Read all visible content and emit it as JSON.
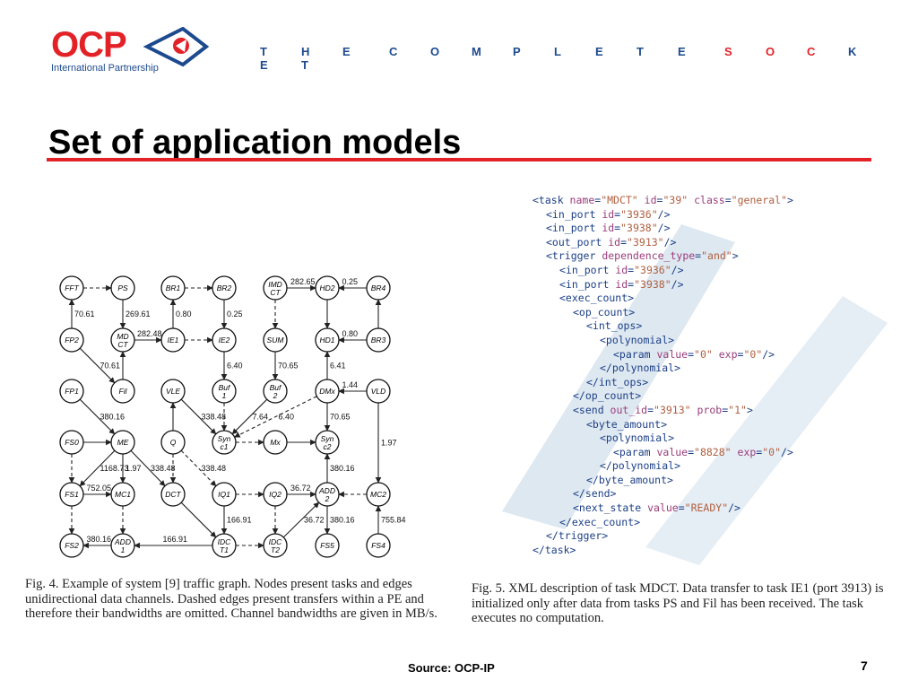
{
  "header": {
    "logo_text": "OCP",
    "logo_subtitle": "International Partnership",
    "tagline_left": [
      "T",
      "H",
      "E",
      "C",
      "O",
      "M",
      "P",
      "L",
      "E",
      "T",
      "E"
    ],
    "tagline_right": [
      "S",
      "O",
      "C",
      "K",
      "E",
      "T"
    ],
    "colors": {
      "brand_red": "#e32228",
      "brand_blue": "#1d4a8e"
    }
  },
  "slide": {
    "title": "Set of application models",
    "source": "Source: OCP-IP",
    "page_number": "7"
  },
  "figure4": {
    "caption": "Fig. 4.   Example of system [9] traffic graph. Nodes present tasks and edges unidirectional data channels. Dashed edges present transfers within a PE and therefore their bandwidths are omitted. Channel bandwidths are given in MB/s.",
    "nodes": [
      {
        "id": "FFT",
        "l1": "FFT",
        "l2": ""
      },
      {
        "id": "PS",
        "l1": "PS",
        "l2": ""
      },
      {
        "id": "BR1",
        "l1": "BR1",
        "l2": ""
      },
      {
        "id": "BR2",
        "l1": "BR2",
        "l2": ""
      },
      {
        "id": "IMDCT",
        "l1": "IMD",
        "l2": "CT"
      },
      {
        "id": "HD2",
        "l1": "HD2",
        "l2": ""
      },
      {
        "id": "BR4",
        "l1": "BR4",
        "l2": ""
      },
      {
        "id": "FP2",
        "l1": "FP2",
        "l2": ""
      },
      {
        "id": "MDCT",
        "l1": "MD",
        "l2": "CT"
      },
      {
        "id": "IE1",
        "l1": "IE1",
        "l2": ""
      },
      {
        "id": "IE2",
        "l1": "IE2",
        "l2": ""
      },
      {
        "id": "SUM",
        "l1": "SUM",
        "l2": ""
      },
      {
        "id": "HD1",
        "l1": "HD1",
        "l2": ""
      },
      {
        "id": "BR3",
        "l1": "BR3",
        "l2": ""
      },
      {
        "id": "FP1",
        "l1": "FP1",
        "l2": ""
      },
      {
        "id": "Fil",
        "l1": "Fil",
        "l2": ""
      },
      {
        "id": "VLE",
        "l1": "VLE",
        "l2": ""
      },
      {
        "id": "Buf1",
        "l1": "Buf",
        "l2": "1"
      },
      {
        "id": "Buf2",
        "l1": "Buf",
        "l2": "2"
      },
      {
        "id": "DMx",
        "l1": "DMx",
        "l2": ""
      },
      {
        "id": "VLD",
        "l1": "VLD",
        "l2": ""
      },
      {
        "id": "FS0",
        "l1": "FS0",
        "l2": ""
      },
      {
        "id": "ME",
        "l1": "ME",
        "l2": ""
      },
      {
        "id": "Q",
        "l1": "Q",
        "l2": ""
      },
      {
        "id": "Sync1",
        "l1": "Syn",
        "l2": "c1"
      },
      {
        "id": "Mx",
        "l1": "Mx",
        "l2": ""
      },
      {
        "id": "Sync2",
        "l1": "Syn",
        "l2": "c2"
      },
      {
        "id": "FS1",
        "l1": "FS1",
        "l2": ""
      },
      {
        "id": "MC1",
        "l1": "MC1",
        "l2": ""
      },
      {
        "id": "DCT",
        "l1": "DCT",
        "l2": ""
      },
      {
        "id": "IQ1",
        "l1": "IQ1",
        "l2": ""
      },
      {
        "id": "IQ2",
        "l1": "IQ2",
        "l2": ""
      },
      {
        "id": "ADD2",
        "l1": "ADD",
        "l2": "2"
      },
      {
        "id": "MC2",
        "l1": "MC2",
        "l2": ""
      },
      {
        "id": "FS2",
        "l1": "FS2",
        "l2": ""
      },
      {
        "id": "ADD1",
        "l1": "ADD",
        "l2": "1"
      },
      {
        "id": "IDCT1",
        "l1": "IDC",
        "l2": "T1"
      },
      {
        "id": "IDCT2",
        "l1": "IDC",
        "l2": "T2"
      },
      {
        "id": "FS5",
        "l1": "FS5",
        "l2": ""
      },
      {
        "id": "FS4",
        "l1": "FS4",
        "l2": ""
      }
    ],
    "edges": [
      {
        "from": "FFT",
        "to": "PS",
        "dashed": true,
        "label": ""
      },
      {
        "from": "BR1",
        "to": "BR2",
        "dashed": true,
        "label": ""
      },
      {
        "from": "IMDCT",
        "to": "HD2",
        "dashed": false,
        "label": "282.65"
      },
      {
        "from": "BR4",
        "to": "HD2",
        "dashed": false,
        "label": "0.25"
      },
      {
        "from": "FP2",
        "to": "FFT",
        "dashed": false,
        "label": "70.61"
      },
      {
        "from": "PS",
        "to": "MDCT",
        "dashed": false,
        "label": "269.61"
      },
      {
        "from": "IE1",
        "to": "BR1",
        "dashed": false,
        "label": "0.80"
      },
      {
        "from": "BR2",
        "to": "IE2",
        "dashed": false,
        "label": "0.25"
      },
      {
        "from": "IMDCT",
        "to": "SUM",
        "dashed": true,
        "label": ""
      },
      {
        "from": "HD2",
        "to": "HD1",
        "dashed": false,
        "label": ""
      },
      {
        "from": "BR3",
        "to": "BR4",
        "dashed": false,
        "label": ""
      },
      {
        "from": "MDCT",
        "to": "IE1",
        "dashed": false,
        "label": "282.48"
      },
      {
        "from": "IE1",
        "to": "IE2",
        "dashed": true,
        "label": ""
      },
      {
        "from": "BR3",
        "to": "HD1",
        "dashed": false,
        "label": "0.80"
      },
      {
        "from": "FP2",
        "to": "Fil",
        "dashed": false,
        "label": "70.61"
      },
      {
        "from": "Fil",
        "to": "MDCT",
        "dashed": false,
        "label": ""
      },
      {
        "from": "IE2",
        "to": "Buf1",
        "dashed": false,
        "label": "6.40"
      },
      {
        "from": "SUM",
        "to": "Buf2",
        "dashed": false,
        "label": "70.65"
      },
      {
        "from": "DMx",
        "to": "HD1",
        "dashed": false,
        "label": "6.41"
      },
      {
        "from": "VLD",
        "to": "DMx",
        "dashed": false,
        "label": "1.44"
      },
      {
        "from": "FP1",
        "to": "ME",
        "dashed": false,
        "label": "380.16"
      },
      {
        "from": "VLE",
        "to": "Sync1",
        "dashed": false,
        "label": "338.48"
      },
      {
        "from": "Buf1",
        "to": "Sync1",
        "dashed": true,
        "label": ""
      },
      {
        "from": "Buf2",
        "to": "Sync1",
        "dashed": false,
        "label": "7.64"
      },
      {
        "from": "DMx",
        "to": "Sync1",
        "dashed": true,
        "label": "6.40"
      },
      {
        "from": "DMx",
        "to": "Sync2",
        "dashed": false,
        "label": "70.65"
      },
      {
        "from": "Sync1",
        "to": "Mx",
        "dashed": true,
        "label": ""
      },
      {
        "from": "Mx",
        "to": "Sync2",
        "dashed": false,
        "label": ""
      },
      {
        "from": "FS0",
        "to": "ME",
        "dashed": false,
        "label": ""
      },
      {
        "from": "FS0",
        "to": "FS1",
        "dashed": true,
        "label": ""
      },
      {
        "from": "ME",
        "to": "MC1",
        "dashed": false,
        "label": "1.97"
      },
      {
        "from": "ME",
        "to": "FS1",
        "dashed": false,
        "label": "1168.73"
      },
      {
        "from": "ME",
        "to": "DCT",
        "dashed": false,
        "label": "338.48"
      },
      {
        "from": "Q",
        "to": "IQ1",
        "dashed": true,
        "label": "338.48"
      },
      {
        "from": "Q",
        "to": "VLE",
        "dashed": false,
        "label": ""
      },
      {
        "from": "Q",
        "to": "DCT",
        "dashed": true,
        "label": ""
      },
      {
        "from": "VLD",
        "to": "MC2",
        "dashed": false,
        "label": "1.97"
      },
      {
        "from": "ADD2",
        "to": "Sync2",
        "dashed": false,
        "label": "380.16"
      },
      {
        "from": "FS1",
        "to": "MC1",
        "dashed": false,
        "label": "752.05"
      },
      {
        "from": "FS1",
        "to": "FS2",
        "dashed": true,
        "label": ""
      },
      {
        "from": "MC1",
        "to": "ADD1",
        "dashed": true,
        "label": ""
      },
      {
        "from": "DCT",
        "to": "IDCT1",
        "dashed": false,
        "label": ""
      },
      {
        "from": "IQ1",
        "to": "IQ2",
        "dashed": true,
        "label": ""
      },
      {
        "from": "IQ1",
        "to": "IDCT1",
        "dashed": false,
        "label": "166.91"
      },
      {
        "from": "IQ2",
        "to": "IDCT2",
        "dashed": true,
        "label": ""
      },
      {
        "from": "MC2",
        "to": "ADD2",
        "dashed": true,
        "label": ""
      },
      {
        "from": "ADD2",
        "to": "FS5",
        "dashed": false,
        "label": "380.16"
      },
      {
        "from": "FS4",
        "to": "MC2",
        "dashed": false,
        "label": "755.84"
      },
      {
        "from": "IDCT2",
        "to": "ADD2",
        "dashed": false,
        "label": "36.72"
      },
      {
        "from": "ADD1",
        "to": "FS2",
        "dashed": false,
        "label": "380.16"
      },
      {
        "from": "IDCT1",
        "to": "ADD1",
        "dashed": false,
        "label": "166.91"
      },
      {
        "from": "IDCT1",
        "to": "IDCT2",
        "dashed": true,
        "label": ""
      },
      {
        "from": "IQ2",
        "to": "ADD2",
        "dashed": false,
        "label": "36.72"
      }
    ]
  },
  "figure5": {
    "caption": "Fig. 5.   XML description of task MDCT. Data transfer to task IE1 (port 3913) is initialized only after data from tasks PS and Fil has been received. The task executes no computation.",
    "xml_lines": [
      [
        0,
        [
          [
            "tg",
            "<task "
          ],
          [
            "at",
            "name"
          ],
          [
            "tg",
            "="
          ],
          [
            "vl",
            "\"MDCT\""
          ],
          [
            "tg",
            " "
          ],
          [
            "at",
            "id"
          ],
          [
            "tg",
            "="
          ],
          [
            "vl",
            "\"39\""
          ],
          [
            "tg",
            " "
          ],
          [
            "at",
            "class"
          ],
          [
            "tg",
            "="
          ],
          [
            "vl",
            "\"general\""
          ],
          [
            "tg",
            ">"
          ]
        ]
      ],
      [
        1,
        [
          [
            "tg",
            "<in_port "
          ],
          [
            "at",
            "id"
          ],
          [
            "tg",
            "="
          ],
          [
            "vl",
            "\"3936\""
          ],
          [
            "tg",
            "/>"
          ]
        ]
      ],
      [
        1,
        [
          [
            "tg",
            "<in_port "
          ],
          [
            "at",
            "id"
          ],
          [
            "tg",
            "="
          ],
          [
            "vl",
            "\"3938\""
          ],
          [
            "tg",
            "/>"
          ]
        ]
      ],
      [
        1,
        [
          [
            "tg",
            "<out_port "
          ],
          [
            "at",
            "id"
          ],
          [
            "tg",
            "="
          ],
          [
            "vl",
            "\"3913\""
          ],
          [
            "tg",
            "/>"
          ]
        ]
      ],
      [
        1,
        [
          [
            "tg",
            "<trigger "
          ],
          [
            "at",
            "dependence_type"
          ],
          [
            "tg",
            "="
          ],
          [
            "vl",
            "\"and\""
          ],
          [
            "tg",
            ">"
          ]
        ]
      ],
      [
        2,
        [
          [
            "tg",
            "<in_port "
          ],
          [
            "at",
            "id"
          ],
          [
            "tg",
            "="
          ],
          [
            "vl",
            "\"3936\""
          ],
          [
            "tg",
            "/>"
          ]
        ]
      ],
      [
        2,
        [
          [
            "tg",
            "<in_port "
          ],
          [
            "at",
            "id"
          ],
          [
            "tg",
            "="
          ],
          [
            "vl",
            "\"3938\""
          ],
          [
            "tg",
            "/>"
          ]
        ]
      ],
      [
        2,
        [
          [
            "tg",
            "<exec_count>"
          ]
        ]
      ],
      [
        3,
        [
          [
            "tg",
            "<op_count>"
          ]
        ]
      ],
      [
        4,
        [
          [
            "tg",
            "<int_ops>"
          ]
        ]
      ],
      [
        5,
        [
          [
            "tg",
            "<polynomial>"
          ]
        ]
      ],
      [
        6,
        [
          [
            "tg",
            "<param "
          ],
          [
            "at",
            "value"
          ],
          [
            "tg",
            "="
          ],
          [
            "vl",
            "\"0\""
          ],
          [
            "tg",
            " "
          ],
          [
            "at",
            "exp"
          ],
          [
            "tg",
            "="
          ],
          [
            "vl",
            "\"0\""
          ],
          [
            "tg",
            "/>"
          ]
        ]
      ],
      [
        5,
        [
          [
            "tg",
            "</polynomial>"
          ]
        ]
      ],
      [
        4,
        [
          [
            "tg",
            "</int_ops>"
          ]
        ]
      ],
      [
        3,
        [
          [
            "tg",
            "</op_count>"
          ]
        ]
      ],
      [
        3,
        [
          [
            "tg",
            "<send "
          ],
          [
            "at",
            "out_id"
          ],
          [
            "tg",
            "="
          ],
          [
            "vl",
            "\"3913\""
          ],
          [
            "tg",
            " "
          ],
          [
            "at",
            "prob"
          ],
          [
            "tg",
            "="
          ],
          [
            "vl",
            "\"1\""
          ],
          [
            "tg",
            ">"
          ]
        ]
      ],
      [
        4,
        [
          [
            "tg",
            "<byte_amount>"
          ]
        ]
      ],
      [
        5,
        [
          [
            "tg",
            "<polynomial>"
          ]
        ]
      ],
      [
        6,
        [
          [
            "tg",
            "<param "
          ],
          [
            "at",
            "value"
          ],
          [
            "tg",
            "="
          ],
          [
            "vl",
            "\"8828\""
          ],
          [
            "tg",
            " "
          ],
          [
            "at",
            "exp"
          ],
          [
            "tg",
            "="
          ],
          [
            "vl",
            "\"0\""
          ],
          [
            "tg",
            "/>"
          ]
        ]
      ],
      [
        5,
        [
          [
            "tg",
            "</polynomial>"
          ]
        ]
      ],
      [
        4,
        [
          [
            "tg",
            "</byte_amount>"
          ]
        ]
      ],
      [
        3,
        [
          [
            "tg",
            "</send>"
          ]
        ]
      ],
      [
        3,
        [
          [
            "tg",
            "<next_state "
          ],
          [
            "at",
            "value"
          ],
          [
            "tg",
            "="
          ],
          [
            "vl",
            "\"READY\""
          ],
          [
            "tg",
            "/>"
          ]
        ]
      ],
      [
        2,
        [
          [
            "tg",
            "</exec_count>"
          ]
        ]
      ],
      [
        1,
        [
          [
            "tg",
            "</trigger>"
          ]
        ]
      ],
      [
        0,
        [
          [
            "tg",
            "</task>"
          ]
        ]
      ]
    ]
  }
}
